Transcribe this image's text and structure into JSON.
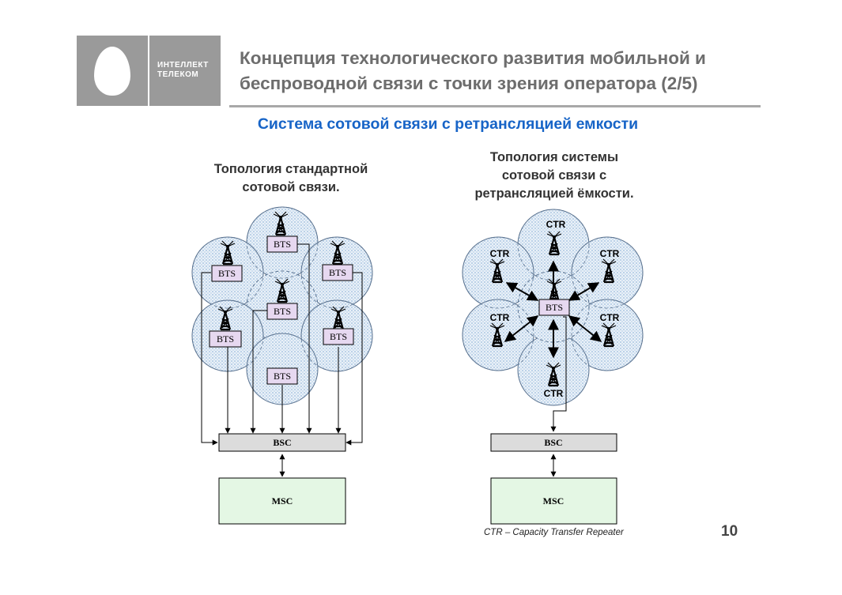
{
  "logo": {
    "line1": "ИНТЕЛЛЕКТ",
    "line2": "ТЕЛЕКОМ"
  },
  "title": {
    "line1": "Концепция технологического развития мобильной и",
    "line2": "беспроводной связи с точки зрения оператора (2/5)"
  },
  "subtitle": "Система сотовой связи с ретрансляцией емкости",
  "left_diagram": {
    "caption_line1": "Топология стандартной",
    "caption_line2": "сотовой связи.",
    "bts_label": "BTS",
    "bsc_label": "BSC",
    "msc_label": "MSC"
  },
  "right_diagram": {
    "caption_line1": "Топология системы",
    "caption_line2": "сотовой связи с",
    "caption_line3": "ретрансляцией ёмкости.",
    "ctr_label": "CTR",
    "bts_label": "BTS",
    "bsc_label": "BSC",
    "msc_label": "MSC"
  },
  "footnote": "CTR – Capacity Transfer Repeater",
  "page_number": "10",
  "colors": {
    "title": "#6d6d6d",
    "subtitle": "#1764c7",
    "cell_fill": "#dce9f5",
    "bts_fill": "#e6d8f0",
    "bsc_fill": "#dcdcdc",
    "msc_fill": "#e4f7e4"
  }
}
